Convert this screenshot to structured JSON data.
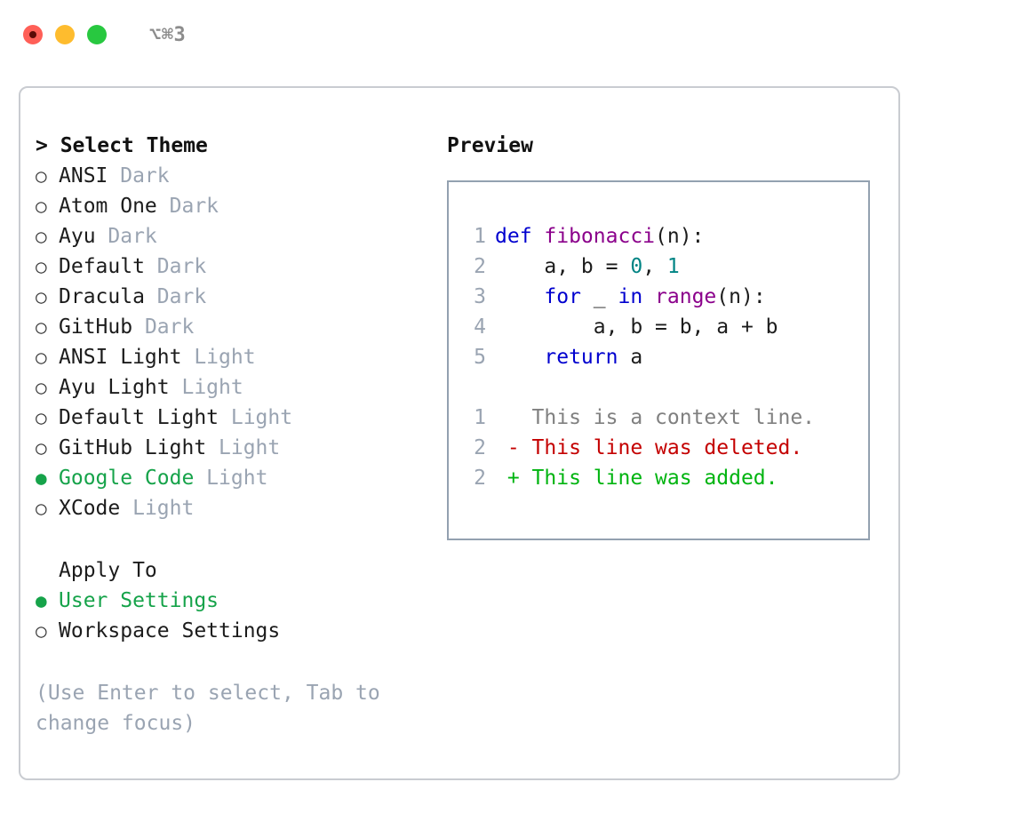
{
  "titlebar": {
    "shortcut": "⌥⌘3",
    "buttons": [
      {
        "name": "close",
        "color": "#ff5f57"
      },
      {
        "name": "minimize",
        "color": "#febc2e"
      },
      {
        "name": "zoom",
        "color": "#28c840"
      }
    ]
  },
  "theme_panel": {
    "header": "> Select Theme",
    "marker_on": "●",
    "marker_off": "○",
    "options": [
      {
        "name": "ANSI",
        "suffix": "Dark",
        "selected": false
      },
      {
        "name": "Atom One",
        "suffix": "Dark",
        "selected": false
      },
      {
        "name": "Ayu",
        "suffix": "Dark",
        "selected": false
      },
      {
        "name": "Default",
        "suffix": "Dark",
        "selected": false
      },
      {
        "name": "Dracula",
        "suffix": "Dark",
        "selected": false
      },
      {
        "name": "GitHub",
        "suffix": "Dark",
        "selected": false
      },
      {
        "name": "ANSI Light",
        "suffix": "Light",
        "selected": false
      },
      {
        "name": "Ayu Light",
        "suffix": "Light",
        "selected": false
      },
      {
        "name": "Default Light",
        "suffix": "Light",
        "selected": false
      },
      {
        "name": "GitHub Light",
        "suffix": "Light",
        "selected": false
      },
      {
        "name": "Google Code",
        "suffix": "Light",
        "selected": true
      },
      {
        "name": "XCode",
        "suffix": "Light",
        "selected": false
      }
    ]
  },
  "apply_to": {
    "header": "Apply To",
    "options": [
      {
        "name": "User Settings",
        "selected": true
      },
      {
        "name": "Workspace Settings",
        "selected": false
      }
    ]
  },
  "hint": "(Use Enter to select, Tab to change focus)",
  "preview": {
    "header": "Preview",
    "code_lines": [
      {
        "ln": "1",
        "tokens": [
          {
            "t": "def ",
            "c": "kw"
          },
          {
            "t": "fibonacci",
            "c": "fn"
          },
          {
            "t": "(n):",
            "c": "plain"
          }
        ]
      },
      {
        "ln": "2",
        "tokens": [
          {
            "t": "    a, b = ",
            "c": "plain"
          },
          {
            "t": "0",
            "c": "num"
          },
          {
            "t": ", ",
            "c": "plain"
          },
          {
            "t": "1",
            "c": "num"
          }
        ]
      },
      {
        "ln": "3",
        "tokens": [
          {
            "t": "    ",
            "c": "plain"
          },
          {
            "t": "for",
            "c": "kw"
          },
          {
            "t": " _ ",
            "c": "plain"
          },
          {
            "t": "in",
            "c": "kw"
          },
          {
            "t": " ",
            "c": "plain"
          },
          {
            "t": "range",
            "c": "fn"
          },
          {
            "t": "(n):",
            "c": "plain"
          }
        ]
      },
      {
        "ln": "4",
        "tokens": [
          {
            "t": "        a, b = b, a + b",
            "c": "plain"
          }
        ]
      },
      {
        "ln": "5",
        "tokens": [
          {
            "t": "    ",
            "c": "plain"
          },
          {
            "t": "return",
            "c": "kw"
          },
          {
            "t": " a",
            "c": "plain"
          }
        ]
      }
    ],
    "diff_lines": [
      {
        "ln": "1",
        "tokens": [
          {
            "t": "   This is a context line.",
            "c": "ctx"
          }
        ]
      },
      {
        "ln": "2",
        "tokens": [
          {
            "t": " - This line was deleted.",
            "c": "del"
          }
        ]
      },
      {
        "ln": "2",
        "tokens": [
          {
            "t": " + This line was added.",
            "c": "add"
          }
        ]
      }
    ]
  },
  "colors": {
    "accent_green": "#16a34a",
    "muted": "#9aa4b2",
    "keyword": "#0000cf",
    "function": "#8b008b",
    "number": "#008484",
    "deleted": "#c40000",
    "added": "#00b410",
    "panel_border": "#c9ccd1",
    "preview_border": "#93a1b0"
  }
}
